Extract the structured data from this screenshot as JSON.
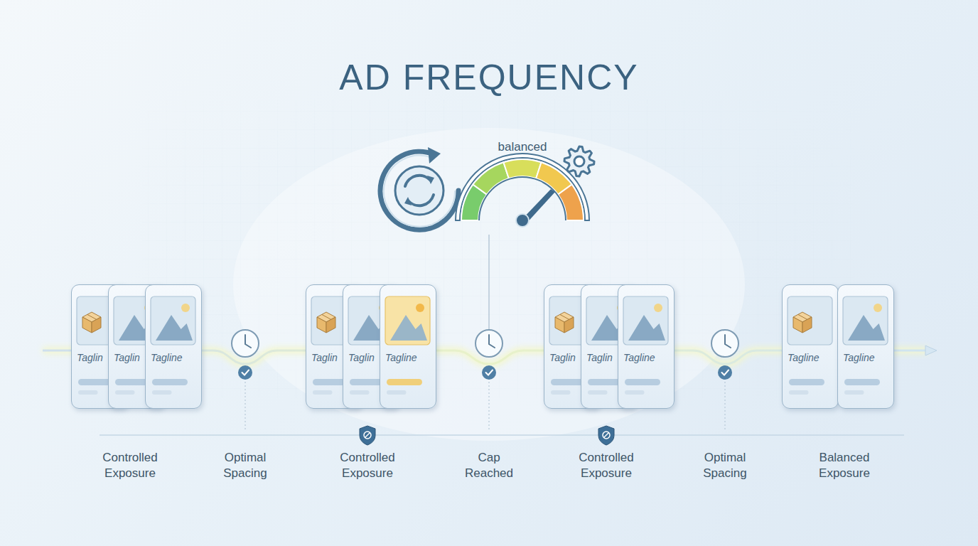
{
  "diagram": {
    "title": "AD FREQUENCY",
    "nodes": [
      {
        "text": [
          "Taglin"
        ]
      },
      {
        "text": [
          "Taglin"
        ]
      },
      {
        "text": [
          "Tagline"
        ]
      },
      {
        "text": [
          "Taglin"
        ]
      },
      {
        "text": [
          "Taglin"
        ]
      },
      {
        "text": [
          "Tagline"
        ]
      },
      {
        "text": [
          "Taglin"
        ]
      },
      {
        "text": [
          "Taglin"
        ]
      },
      {
        "text": [
          "Tagline"
        ]
      },
      {
        "text": [
          "Tagline"
        ]
      },
      {
        "text": [
          "Tagline"
        ]
      }
    ],
    "labels": [
      "balanced",
      "Controlled Exposure",
      "Optimal Spacing",
      "Controlled Exposure",
      "Cap Reached",
      "Controlled Exposure",
      "Optimal Spacing",
      "Balanced Exposure"
    ]
  }
}
